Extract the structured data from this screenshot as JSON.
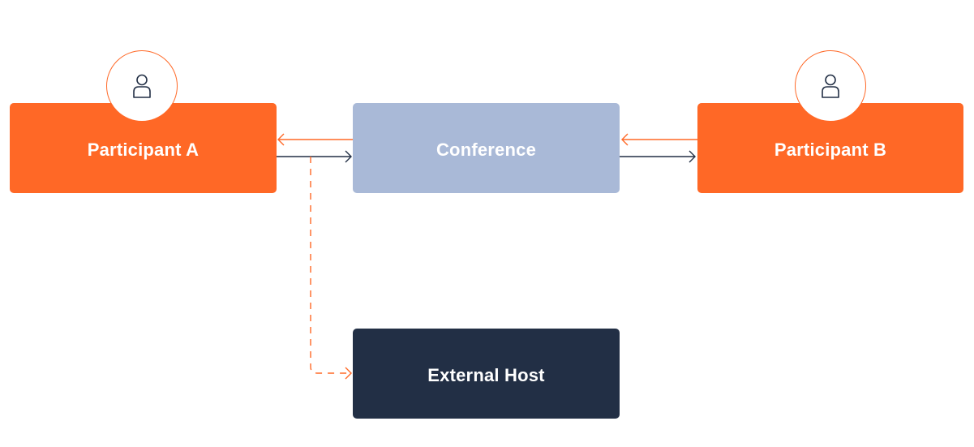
{
  "nodes": {
    "participant_a": {
      "label": "Participant A",
      "color": "#ff6826"
    },
    "participant_b": {
      "label": "Participant B",
      "color": "#ff6826"
    },
    "conference": {
      "label": "Conference",
      "color": "#a9b9d7"
    },
    "external_host": {
      "label": "External Host",
      "color": "#222f45"
    }
  },
  "icons": {
    "participant_a": "user-icon",
    "participant_b": "user-icon"
  },
  "edges": [
    {
      "from": "conference",
      "to": "participant_a",
      "style": "solid",
      "color": "#ff6826"
    },
    {
      "from": "participant_a",
      "to": "conference",
      "style": "solid",
      "color": "#222f45"
    },
    {
      "from": "participant_b",
      "to": "conference",
      "style": "solid",
      "color": "#ff6826"
    },
    {
      "from": "conference",
      "to": "participant_b",
      "style": "solid",
      "color": "#222f45"
    },
    {
      "from": "participant_a",
      "to": "external_host",
      "style": "dashed",
      "color": "#ff6826"
    }
  ]
}
